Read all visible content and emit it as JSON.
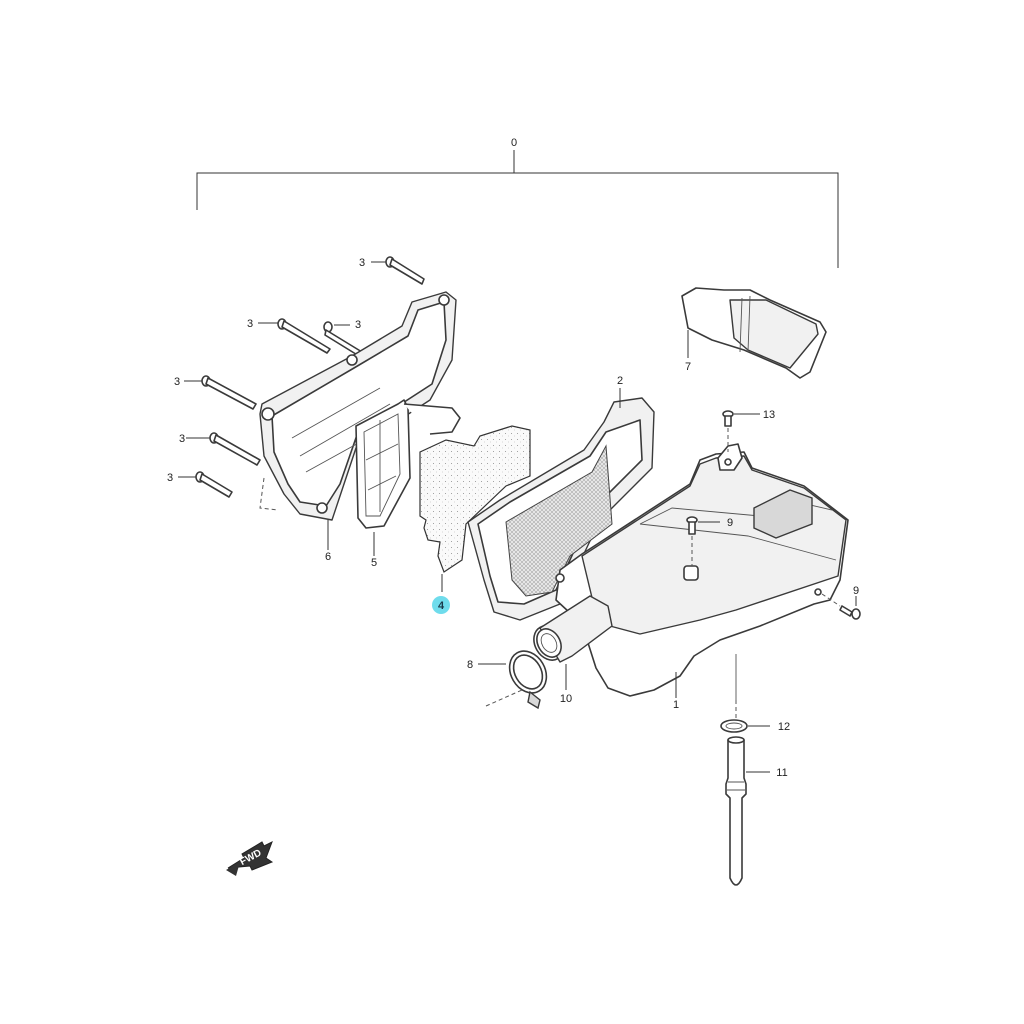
{
  "diagram": {
    "top_label": "0",
    "highlight_color": "#6fdcec",
    "labels": {
      "p1": "1",
      "p2": "2",
      "p3a": "3",
      "p3b": "3",
      "p3c": "3",
      "p3d": "3",
      "p3e": "3",
      "p3f": "3",
      "p4": "4",
      "p5": "5",
      "p6": "6",
      "p7": "7",
      "p8": "8",
      "p9a": "9",
      "p9b": "9",
      "p10": "10",
      "p11": "11",
      "p12": "12",
      "p13": "13"
    },
    "direction_arrow": "FWD"
  }
}
